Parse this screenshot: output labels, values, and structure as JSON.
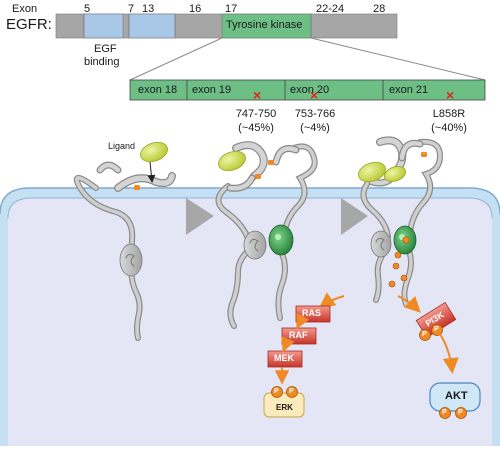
{
  "gene": {
    "label": "EGFR:",
    "exon_header": "Exon",
    "exon_numbers": [
      "5",
      "7",
      "13",
      "16",
      "17",
      "22-24",
      "28"
    ],
    "domains": {
      "egf_binding": {
        "label_line1": "EGF",
        "label_line2": "binding",
        "color": "#a9c8e8"
      },
      "tyrosine_kinase": {
        "label": "Tyrosine kinase",
        "color": "#6dbf86"
      },
      "backbone_color": "#a6a6a6"
    }
  },
  "kinase_exons": {
    "segments": [
      "exon 18",
      "exon 19",
      "exon 20",
      "exon 21"
    ],
    "color": "#6dbf86"
  },
  "mutations": [
    {
      "name": "747-750",
      "freq": "(~45%)",
      "marker": "×"
    },
    {
      "name": "753-766",
      "freq": "(~4%)",
      "marker": "×"
    },
    {
      "name": "L858R",
      "freq": "(~40%)",
      "marker": "×"
    }
  ],
  "ligand_label": "Ligand",
  "pathways": {
    "mapk": {
      "nodes": [
        "RAS",
        "RAF",
        "MEK"
      ],
      "output": "ERK"
    },
    "pi3k": {
      "node": "PI3K",
      "output": "AKT"
    },
    "phospho_label": "P"
  },
  "colors": {
    "cell": "#e4e6f6",
    "membrane": "#c4e0f2",
    "ligand": "#cbd94a",
    "kinase_node": "#d8574a",
    "phospho": "#f08a24",
    "erk_box": "#fbeabc",
    "akt_box": "#cfe7f7",
    "arrow": "#f08a24"
  }
}
